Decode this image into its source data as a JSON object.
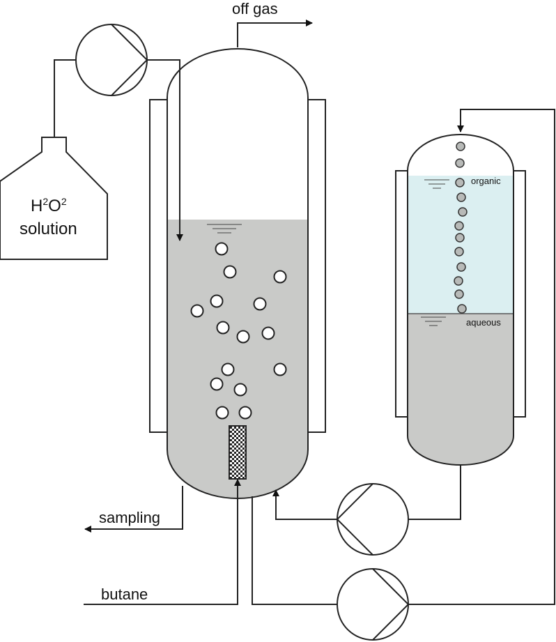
{
  "labels": {
    "off_gas": "off gas",
    "h2o2_main": "H",
    "h2o2_sub1": "2",
    "h2o2_mid": "O",
    "h2o2_sub2": "2",
    "solution": "solution",
    "organic": "organic",
    "aqueous": "aqueous",
    "sampling": "sampling",
    "butane": "butane"
  },
  "colors": {
    "liquid_aqueous": "#c9cac8",
    "liquid_organic": "#dbeff1",
    "stroke": "#222222",
    "background": "#ffffff"
  },
  "icons": {
    "pump": "pump-icon",
    "bottle": "bottle-icon",
    "sparger": "sparger-icon",
    "bubble": "bubble-icon"
  }
}
